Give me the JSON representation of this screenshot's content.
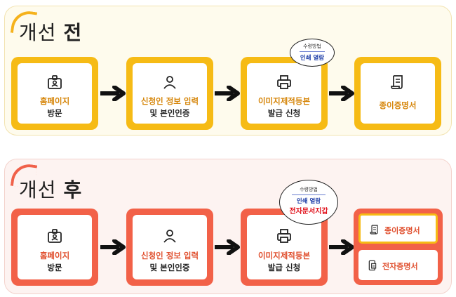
{
  "before": {
    "title_prefix": "개선",
    "title_bold": "전",
    "steps": [
      {
        "line1": "홈페이지",
        "line2": "방문",
        "icon": "id-card-icon"
      },
      {
        "line1": "신청인 정보 입력",
        "line2": "및 본인인증",
        "icon": "person-icon"
      },
      {
        "line1": "이미지제적등본",
        "line2": "발급 신청",
        "icon": "printer-icon"
      },
      {
        "line1": "종이증명서",
        "line2": "",
        "icon": "paper-scroll-icon"
      }
    ],
    "bubble": {
      "heading": "수령방법",
      "method": "인쇄 열람"
    }
  },
  "after": {
    "title_prefix": "개선",
    "title_bold": "후",
    "steps": [
      {
        "line1": "홈페이지",
        "line2": "방문",
        "icon": "id-card-icon"
      },
      {
        "line1": "신청인 정보 입력",
        "line2": "및 본인인증",
        "icon": "person-icon"
      },
      {
        "line1": "이미지제적등본",
        "line2": "발급 신청",
        "icon": "printer-icon"
      }
    ],
    "bubble": {
      "heading": "수령방법",
      "method": "인쇄 열람",
      "new_method": "전자문서지갑"
    },
    "outputs": [
      {
        "label": "종이증명서",
        "icon": "paper-scroll-icon"
      },
      {
        "label": "전자증명서",
        "icon": "mobile-document-icon"
      }
    ]
  },
  "colors": {
    "before_accent": "#f6bb15",
    "after_accent": "#f26148",
    "highlight_red": "#e0101a",
    "method_blue": "#1f3fa8"
  }
}
